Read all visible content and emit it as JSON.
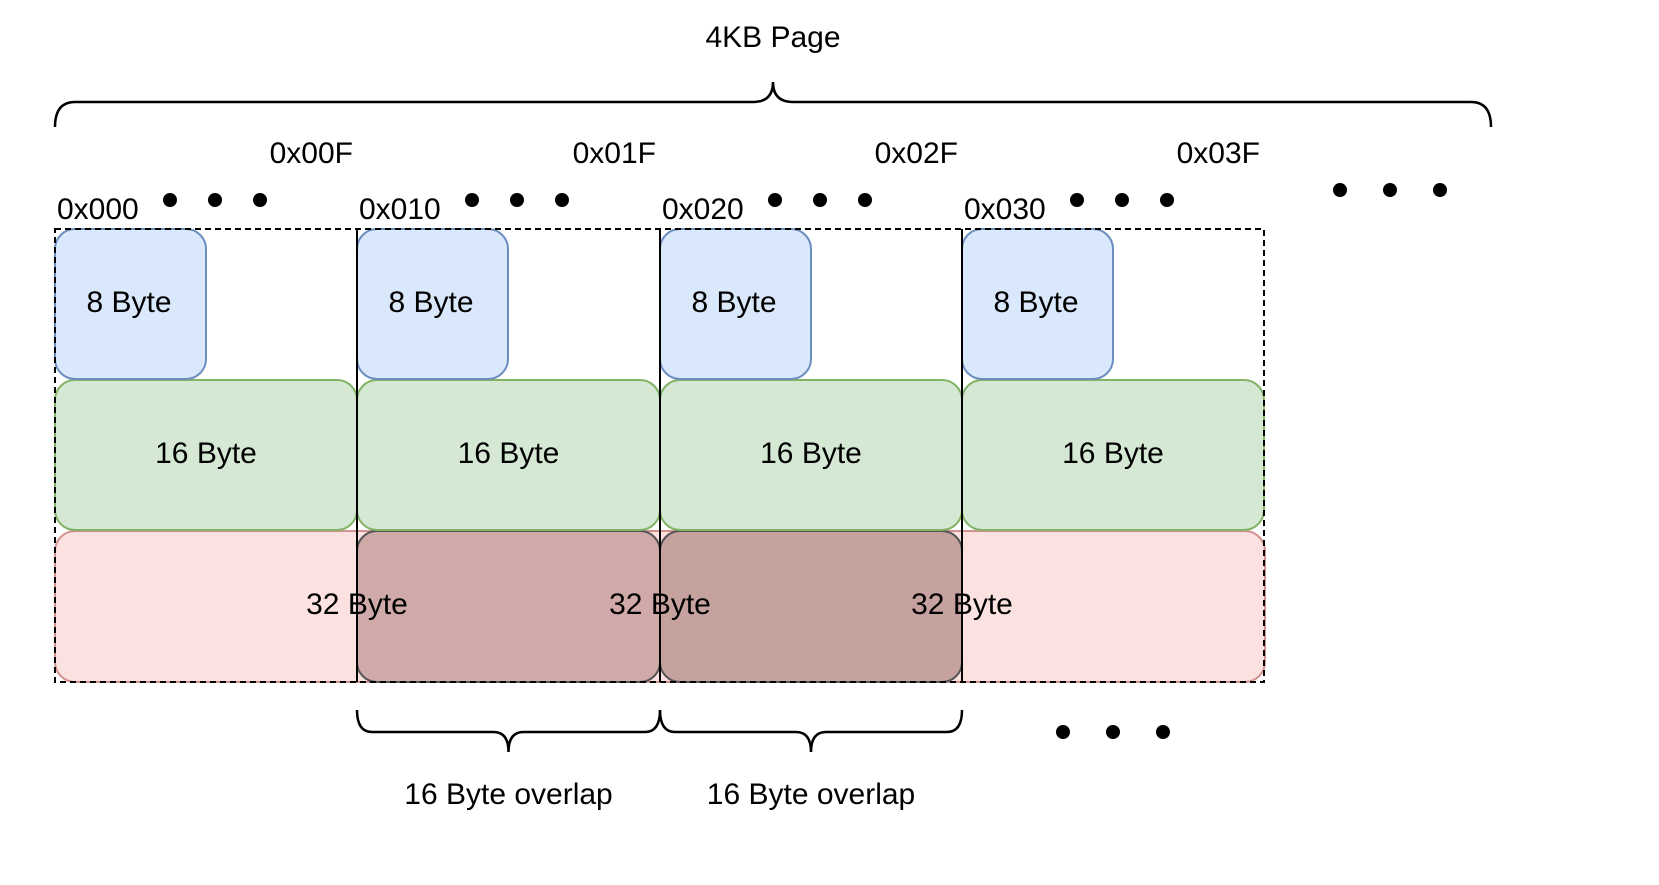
{
  "title": "4KB Page",
  "addresses": [
    {
      "start": "0x000",
      "end": "0x00F"
    },
    {
      "start": "0x010",
      "end": "0x01F"
    },
    {
      "start": "0x020",
      "end": "0x02F"
    },
    {
      "start": "0x030",
      "end": "0x03F"
    }
  ],
  "blocks": {
    "row8": [
      "8 Byte",
      "8 Byte",
      "8 Byte",
      "8 Byte"
    ],
    "row16": [
      "16 Byte",
      "16 Byte",
      "16 Byte",
      "16 Byte"
    ],
    "row32": [
      "32 Byte",
      "32 Byte",
      "32 Byte"
    ]
  },
  "overlaps": [
    "16 Byte overlap",
    "16 Byte overlap"
  ],
  "colors": {
    "blue_fill": "#dae8fc",
    "blue_stroke": "#6c8ebf",
    "green_fill": "#d5e8d4",
    "green_stroke": "#82b366",
    "red_fill": "#f8cecc",
    "red_stroke": "#b85450",
    "overlap1": "#d0aaa9",
    "overlap2": "#c6a29f"
  },
  "icons": [
    "ellipsis-dots",
    "curly-brace"
  ]
}
